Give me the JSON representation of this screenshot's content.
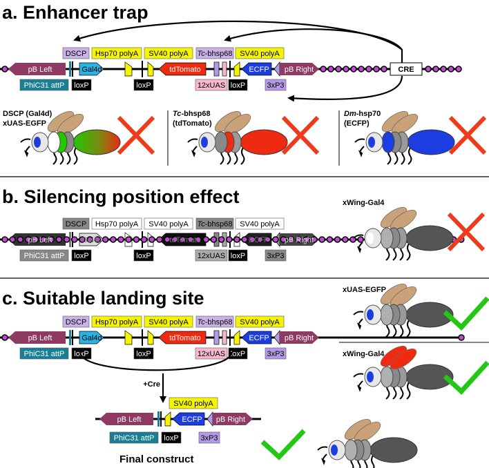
{
  "sections": {
    "a_title": "a. Enhancer trap",
    "b_title": "b. Silencing position effect",
    "c_title": "c. Suitable landing site"
  },
  "elements": {
    "pb_left": "pB Left",
    "pb_right": "pB Right",
    "gal4d": "Gal4d",
    "tdtomato": "tdTomato",
    "ecfp": "ECFP",
    "dscp": "DSCP",
    "hsp70_polya": "Hsp70 polyA",
    "sv40_polya": "SV40 polyA",
    "tc_italic": "Tc",
    "bhsp68": "-bhsp68",
    "phic31": "PhiC31 attP",
    "loxp": "loxP",
    "uas12": "12xUAS",
    "p3": "3xP3",
    "cre": "CRE"
  },
  "fly_labels": {
    "a1_line1": "DSCP (Gal4d)",
    "a1_line2": "xUAS-EGFP",
    "a2_italic": "Tc",
    "a2_line1": "-bhsp68",
    "a2_line2": "(tdTomato)",
    "a3_italic": "Dm",
    "a3_line1": "-hsp70",
    "a3_line2": "(ECFP)",
    "b1": "xWing-Gal4",
    "c1": "xUAS-EGFP",
    "c2": "xWing-Gal4"
  },
  "cre_step": "+Cre",
  "final_construct": "Final construct",
  "colors": {
    "pb": "#8e3a62",
    "gal4d": "#2ab4e4",
    "tdtomato": "#ee2a10",
    "ecfp": "#1c3ee0",
    "dscp_box": "#c9b3e6",
    "polya_box": "#f5f500",
    "phic31_box": "#1a7f94",
    "uas_box": "#f7b8d2",
    "p3_box": "#b49ae6",
    "loxp_box": "#000000",
    "bead": "#c04ad0",
    "cross": "#ee3b1b",
    "check": "#22c814",
    "wing": "#c9a27a"
  }
}
